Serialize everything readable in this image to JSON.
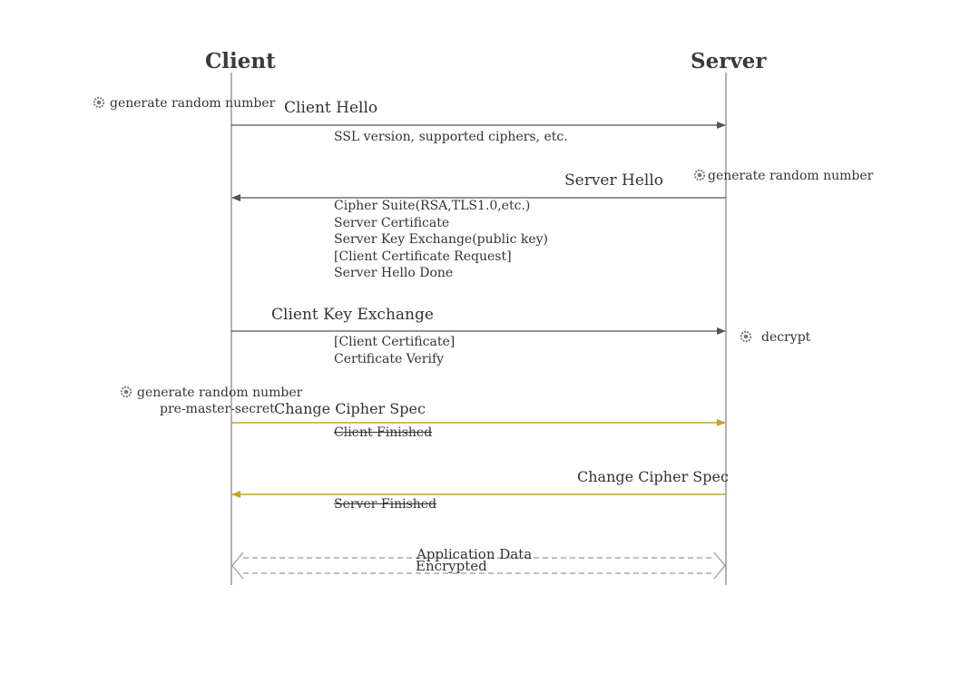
{
  "actors": {
    "client": "Client",
    "server": "Server"
  },
  "messages": {
    "client_hello": "Client Hello",
    "client_hello_detail": "SSL version, supported ciphers, etc.",
    "server_hello": "Server Hello",
    "server_hello_details": [
      "Cipher Suite(RSA,TLS1.0,etc.)",
      "Server Certificate",
      "Server Key Exchange(public key)",
      "[Client Certificate Request]",
      "Server Hello Done"
    ],
    "client_key_exchange": "Client Key Exchange",
    "client_key_exchange_details": [
      "[Client Certificate]",
      "Certificate Verify"
    ],
    "client_change_cipher": "Change Cipher Spec",
    "client_finished": "Client Finished",
    "server_change_cipher": "Change Cipher Spec",
    "server_finished": "Server Finished",
    "app_data_line1": "Application Data",
    "app_data_line2": "Encrypted"
  },
  "notes": {
    "client_random_1": "generate random number",
    "server_random": "generate random number",
    "server_decrypt": "decrypt",
    "client_random_2": "generate random number",
    "pre_master": "pre-master-secret"
  },
  "colors": {
    "line": "#555555",
    "accent": "#c9a227",
    "icon": "#777777"
  },
  "icons": {
    "note_icon": "gear-icon"
  }
}
